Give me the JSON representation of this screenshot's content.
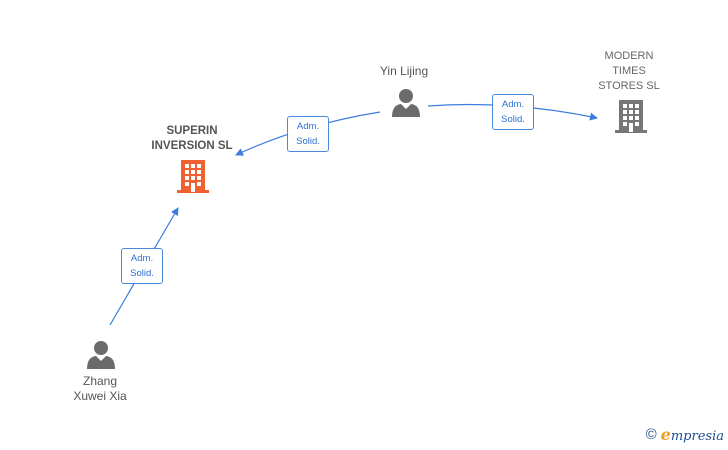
{
  "nodes": {
    "superin": {
      "label": "SUPERIN\nINVERSION  SL",
      "color": "#f06030"
    },
    "modern": {
      "label": "MODERN\nTIMES\nSTORES  SL",
      "color": "#777777"
    },
    "yin": {
      "label": "Yin Lijing"
    },
    "zhang": {
      "label": "Zhang\nXuwei Xia"
    }
  },
  "edges": {
    "yin_superin": {
      "label": "Adm.\nSolid."
    },
    "yin_modern": {
      "label": "Adm.\nSolid."
    },
    "zhang_superin": {
      "label": "Adm.\nSolid."
    }
  },
  "colors": {
    "edge": "#3b7ddd",
    "person": "#6b6b6b"
  },
  "watermark": {
    "symbol": "©",
    "brand_initial": "e",
    "brand_rest": "mpresia"
  }
}
